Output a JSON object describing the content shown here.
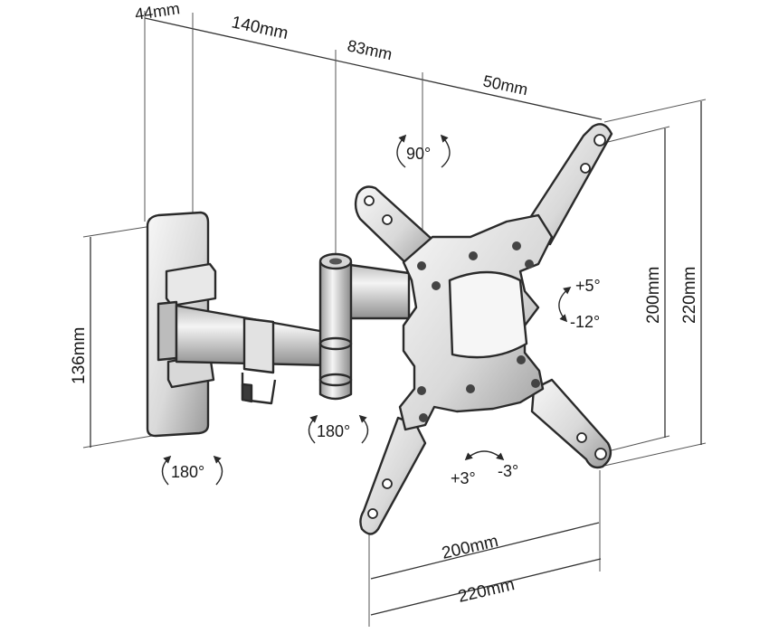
{
  "dimensions": {
    "wall_depth": "44mm",
    "arm_length": "140mm",
    "swivel_depth": "83mm",
    "plate_depth": "50mm",
    "wall_height": "136mm",
    "vesa_inner_height": "200mm",
    "vesa_outer_height": "220mm",
    "vesa_inner_width": "200mm",
    "vesa_outer_width": "220mm"
  },
  "rotations": {
    "top": "90°",
    "wall": "180°",
    "arm": "180°",
    "tilt_up": "+5°",
    "tilt_down": "-12°",
    "level_plus": "+3°",
    "level_minus": "-3°"
  },
  "colors": {
    "line": "#2a2a2a",
    "metal_light": "#f2f2f2",
    "metal_mid": "#cfcfcf",
    "metal_dark": "#8c8c8c",
    "background": "#ffffff"
  }
}
